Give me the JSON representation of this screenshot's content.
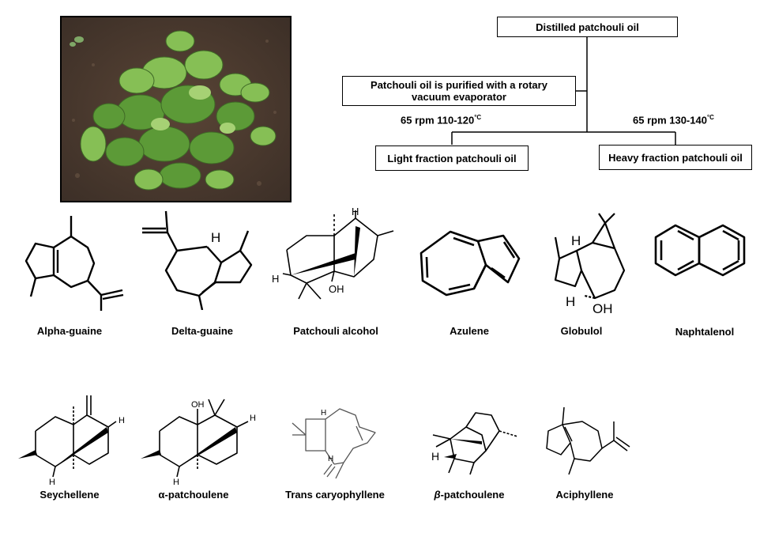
{
  "flowchart": {
    "top_box": "Distilled patchouli oil",
    "purify_box": "Patchouli oil is purified with a rotary vacuum evaporator",
    "left_condition": "65 rpm 110-120",
    "left_condition_unit": "°C",
    "right_condition": "65 rpm 130-140",
    "right_condition_unit": "°C",
    "light_box": "Light fraction patchouli oil",
    "heavy_box": "Heavy fraction patchouli oil"
  },
  "molecules_row1": [
    {
      "label": "Alpha-guaine"
    },
    {
      "label": "Delta-guaine"
    },
    {
      "label": "Patchouli alcohol"
    },
    {
      "label": "Azulene"
    },
    {
      "label": "Globulol"
    },
    {
      "label": "Naphtalenol"
    }
  ],
  "molecules_row2": [
    {
      "label": "Seychellene"
    },
    {
      "label": "α-patchoulene"
    },
    {
      "label": "Trans caryophyllene"
    },
    {
      "label_prefix": "β",
      "label_suffix": "-patchoulene"
    },
    {
      "label": "Aciphyllene"
    }
  ],
  "atom_labels": {
    "h": "H",
    "oh": "OH"
  },
  "colors": {
    "soil": "#4a3a30",
    "leaf": "#5f9d3a",
    "leaf_light": "#8cc35a"
  }
}
